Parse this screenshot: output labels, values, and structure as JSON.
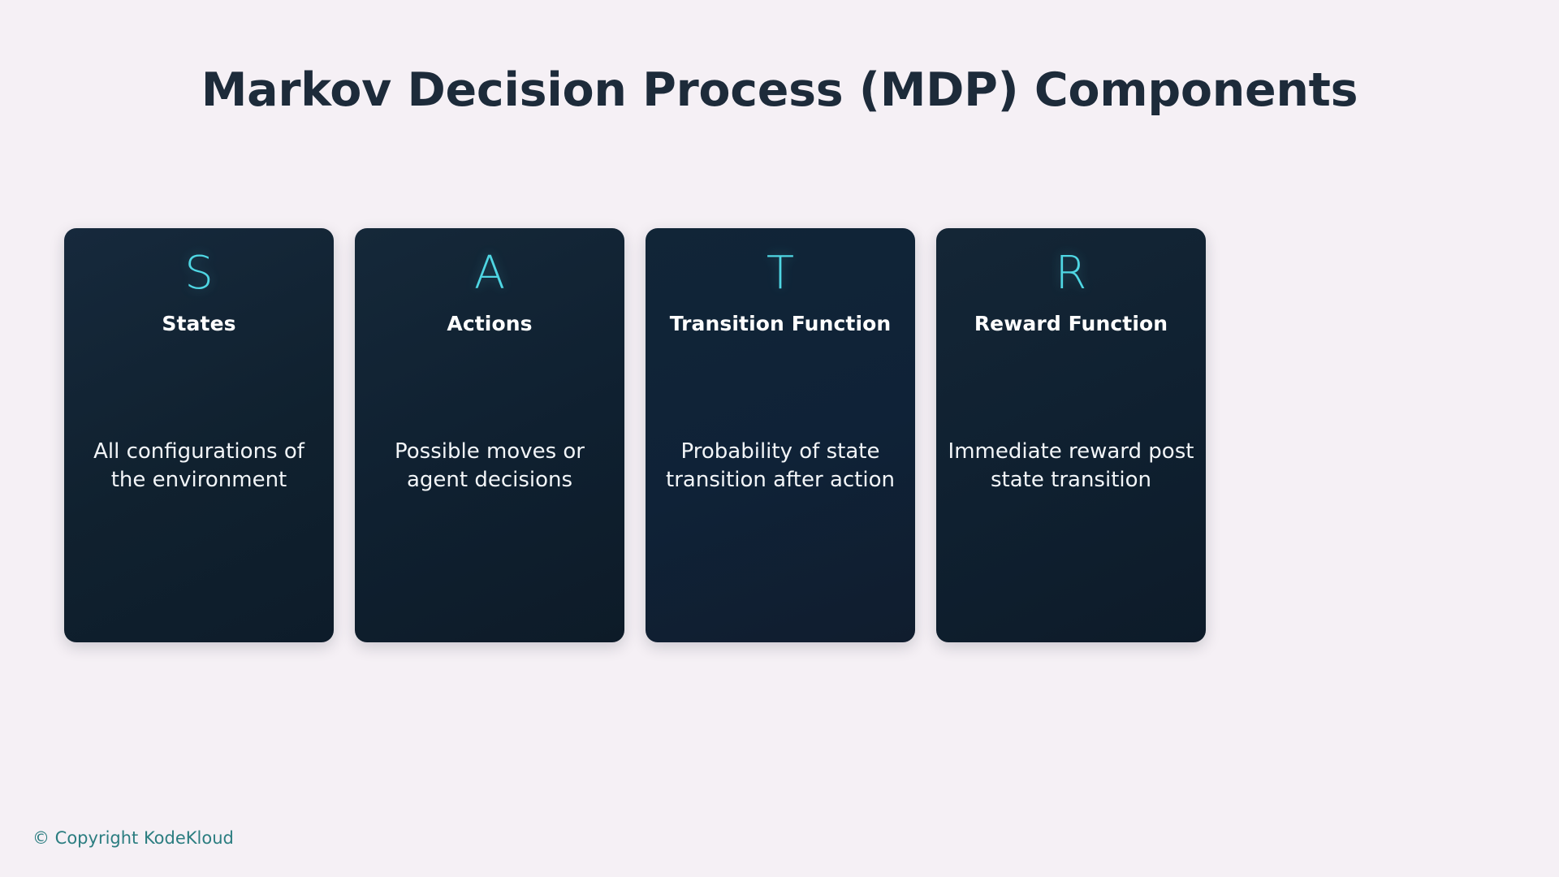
{
  "slide": {
    "title": "Markov Decision Process (MDP) Components",
    "background_color": "#f5f0f5",
    "title_color": "#1d2b3a"
  },
  "cards": [
    {
      "symbol": "S",
      "heading": "States",
      "description": "All configurations of the environment",
      "symbol_color": "#4fd6e3",
      "card_color": "#10212f"
    },
    {
      "symbol": "A",
      "heading": "Actions",
      "description": "Possible moves or agent decisions",
      "symbol_color": "#4fd6e3",
      "card_color": "#0f2030"
    },
    {
      "symbol": "T",
      "heading": "Transition Function",
      "description": "Probability of state transition after action",
      "symbol_color": "#4fd6e3",
      "card_color": "#0f2237"
    },
    {
      "symbol": "R",
      "heading": "Reward Function",
      "description": "Immediate reward post state transition",
      "symbol_color": "#4fd6e3",
      "card_color": "#0f2030"
    }
  ],
  "footer": {
    "copyright": "© Copyright KodeKloud",
    "color": "#2b7d80"
  }
}
